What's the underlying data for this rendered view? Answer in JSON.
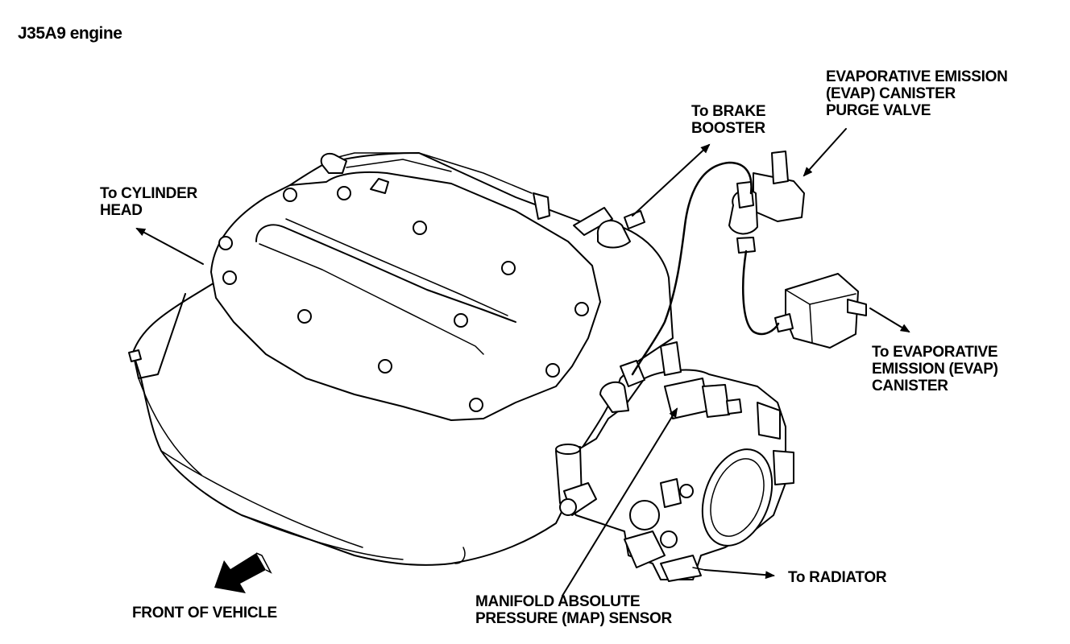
{
  "title": "J35A9 engine",
  "labels": {
    "cylinder_head": [
      "To CYLINDER",
      "HEAD"
    ],
    "brake_booster": [
      "To BRAKE",
      "BOOSTER"
    ],
    "purge_valve": [
      "EVAPORATIVE EMISSION",
      "(EVAP) CANISTER",
      "PURGE VALVE"
    ],
    "evap_canister": [
      "To EVAPORATIVE",
      "EMISSION (EVAP)",
      "CANISTER"
    ],
    "radiator": [
      "To RADIATOR"
    ],
    "map_sensor": [
      "MANIFOLD ABSOLUTE",
      "PRESSURE (MAP) SENSOR"
    ],
    "front": [
      "FRONT OF VEHICLE"
    ]
  }
}
